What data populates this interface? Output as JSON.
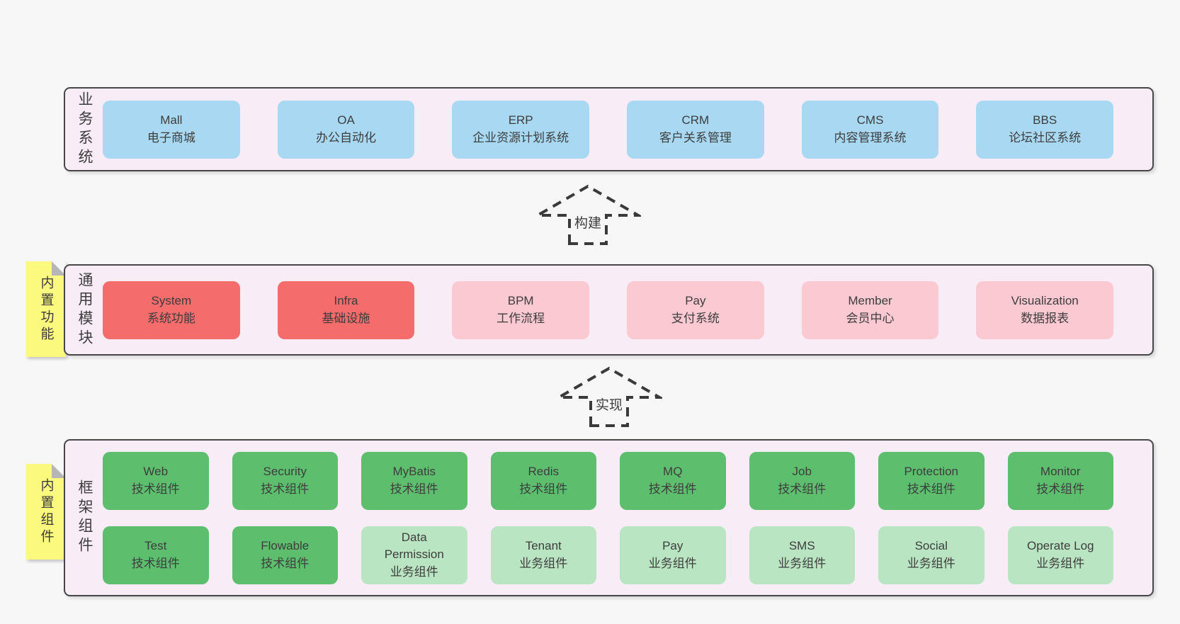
{
  "colors": {
    "page_bg": "#f7f7f7",
    "layer_bg": "#f8edf6",
    "layer_border": "#474747",
    "text": "#3d3d3d",
    "blue": "#a9d9f2",
    "red": "#f46c6c",
    "pink": "#fbc9d2",
    "green": "#5dbe6e",
    "green_light": "#bae5c2",
    "sticky_yellow": "#fbf97e",
    "fold_gray": "#b6b6b6"
  },
  "stickies": [
    {
      "label": "内置功能"
    },
    {
      "label": "内置组件"
    }
  ],
  "arrows": [
    {
      "label": "构建"
    },
    {
      "label": "实现"
    }
  ],
  "layers": [
    {
      "label": "业务系统",
      "boxes": [
        {
          "title": "Mall",
          "subtitle": "电子商城"
        },
        {
          "title": "OA",
          "subtitle": "办公自动化"
        },
        {
          "title": "ERP",
          "subtitle": "企业资源计划系统"
        },
        {
          "title": "CRM",
          "subtitle": "客户关系管理"
        },
        {
          "title": "CMS",
          "subtitle": "内容管理系统"
        },
        {
          "title": "BBS",
          "subtitle": "论坛社区系统"
        }
      ]
    },
    {
      "label": "通用模块",
      "boxes": [
        {
          "title": "System",
          "subtitle": "系统功能"
        },
        {
          "title": "Infra",
          "subtitle": "基础设施"
        },
        {
          "title": "BPM",
          "subtitle": "工作流程"
        },
        {
          "title": "Pay",
          "subtitle": "支付系统"
        },
        {
          "title": "Member",
          "subtitle": "会员中心"
        },
        {
          "title": "Visualization",
          "subtitle": "数据报表"
        }
      ]
    },
    {
      "label": "框架组件",
      "rows": [
        [
          {
            "title": "Web",
            "subtitle": "技术组件"
          },
          {
            "title": "Security",
            "subtitle": "技术组件"
          },
          {
            "title": "MyBatis",
            "subtitle": "技术组件"
          },
          {
            "title": "Redis",
            "subtitle": "技术组件"
          },
          {
            "title": "MQ",
            "subtitle": "技术组件"
          },
          {
            "title": "Job",
            "subtitle": "技术组件"
          },
          {
            "title": "Protection",
            "subtitle": "技术组件"
          },
          {
            "title": "Monitor",
            "subtitle": "技术组件"
          }
        ],
        [
          {
            "title": "Test",
            "subtitle": "技术组件"
          },
          {
            "title": "Flowable",
            "subtitle": "技术组件"
          },
          {
            "title": "Data Permission",
            "subtitle": "业务组件"
          },
          {
            "title": "Tenant",
            "subtitle": "业务组件"
          },
          {
            "title": "Pay",
            "subtitle": "业务组件"
          },
          {
            "title": "SMS",
            "subtitle": "业务组件"
          },
          {
            "title": "Social",
            "subtitle": "业务组件"
          },
          {
            "title": "Operate Log",
            "subtitle": "业务组件"
          }
        ]
      ]
    }
  ]
}
